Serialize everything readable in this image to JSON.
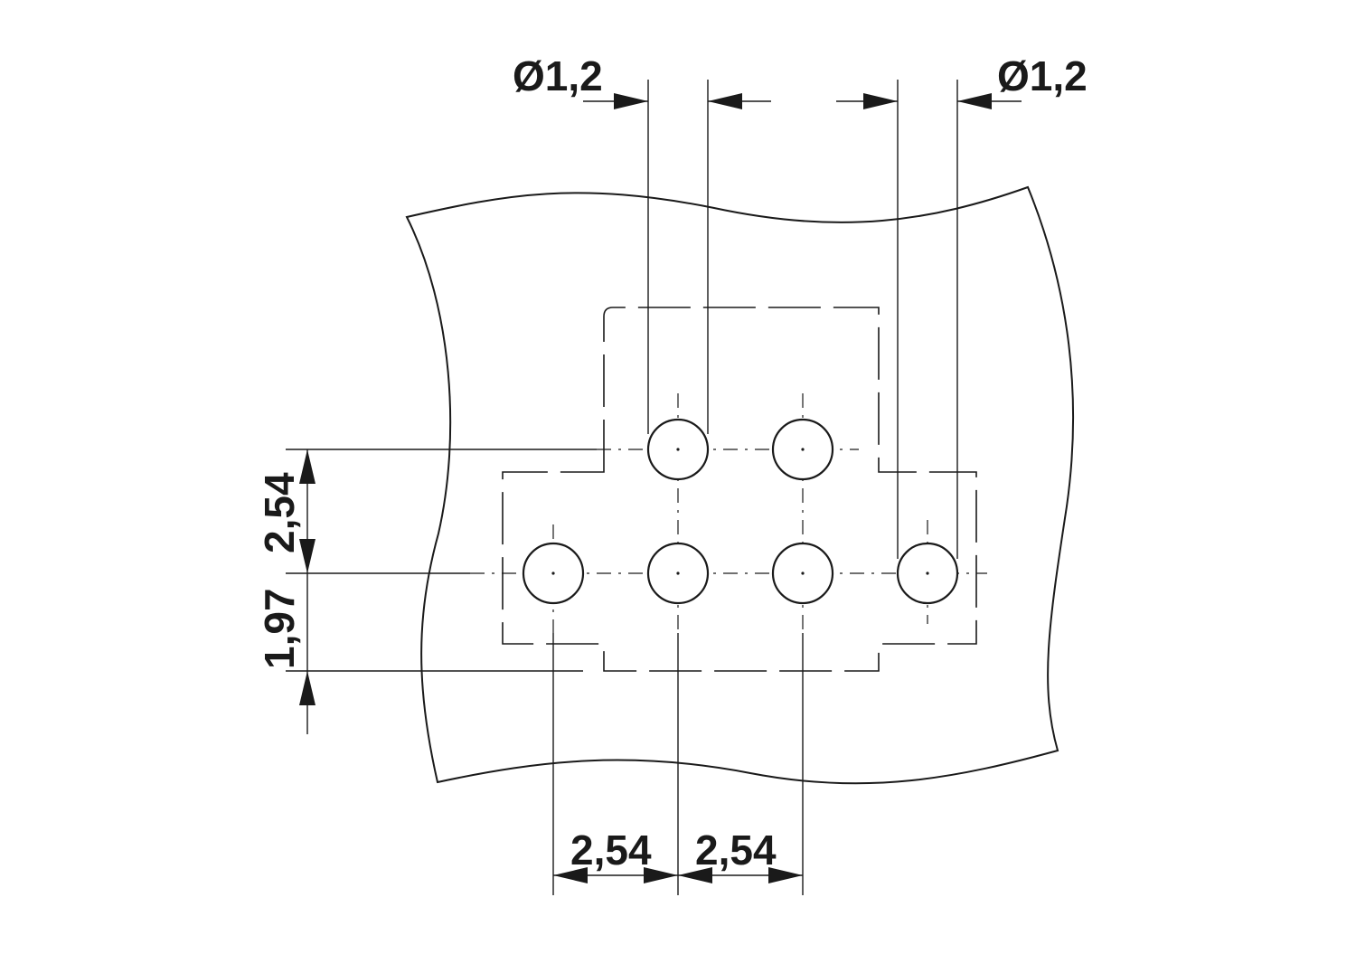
{
  "colors": {
    "line": "#1a1a1a",
    "background": "#ffffff"
  },
  "dimensions": {
    "hole_diameter_left": "Ø1,2",
    "hole_diameter_right": "Ø1,2",
    "pitch_bottom_1": "2,54",
    "pitch_bottom_2": "2,54",
    "row_pitch": "2,54",
    "edge_offset": "1,97"
  }
}
